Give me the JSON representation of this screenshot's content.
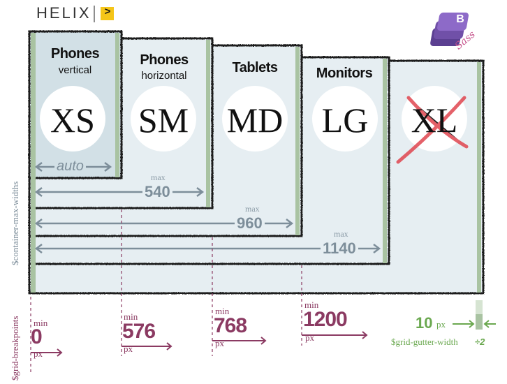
{
  "brand": {
    "name": "HELIX",
    "prompt_glyph": ">"
  },
  "logo": {
    "letter": "B",
    "script": "Sass"
  },
  "tiers": [
    {
      "title": "Phones",
      "subtitle": "vertical",
      "code": "XS"
    },
    {
      "title": "Phones",
      "subtitle": "horizontal",
      "code": "SM"
    },
    {
      "title": "Tablets",
      "subtitle": "",
      "code": "MD"
    },
    {
      "title": "Monitors",
      "subtitle": "",
      "code": "LG"
    },
    {
      "title": "",
      "subtitle": "",
      "code": "XL"
    }
  ],
  "widths": {
    "auto_label": "auto",
    "max_label": "max",
    "values": [
      "540",
      "960",
      "1140"
    ]
  },
  "axis_labels": {
    "container": "$container-max-widths",
    "breakpoints": "$grid-breakpoints"
  },
  "breakpoints": {
    "min_label": "min",
    "unit": "px",
    "values": [
      "0",
      "576",
      "768",
      "1200"
    ]
  },
  "gutter": {
    "value": "10",
    "unit": "px",
    "label": "$grid-gutter-width",
    "divisor": "÷2"
  },
  "colors": {
    "panel": "#e6eef2",
    "panel_xs": "#d2e0e6",
    "gutter_bar": "#a9c3a2",
    "breakpoint": "#8b3a62",
    "width_arrow": "#7d8e9a",
    "gutter_text": "#6aa84f",
    "xl_cross": "#e0464f"
  }
}
